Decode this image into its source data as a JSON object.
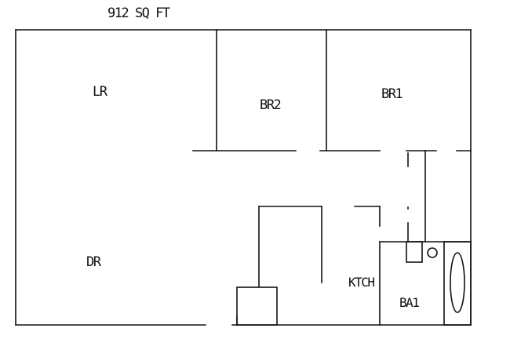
{
  "plan": {
    "area_label": "912 SQ FT",
    "rooms": {
      "living_room": "LR",
      "bedroom_2": "BR2",
      "bedroom_1": "BR1",
      "dining_room": "DR",
      "kitchen": "KTCH",
      "bath": "BA1"
    }
  },
  "colors": {
    "line": "#111111",
    "background": "#ffffff"
  }
}
